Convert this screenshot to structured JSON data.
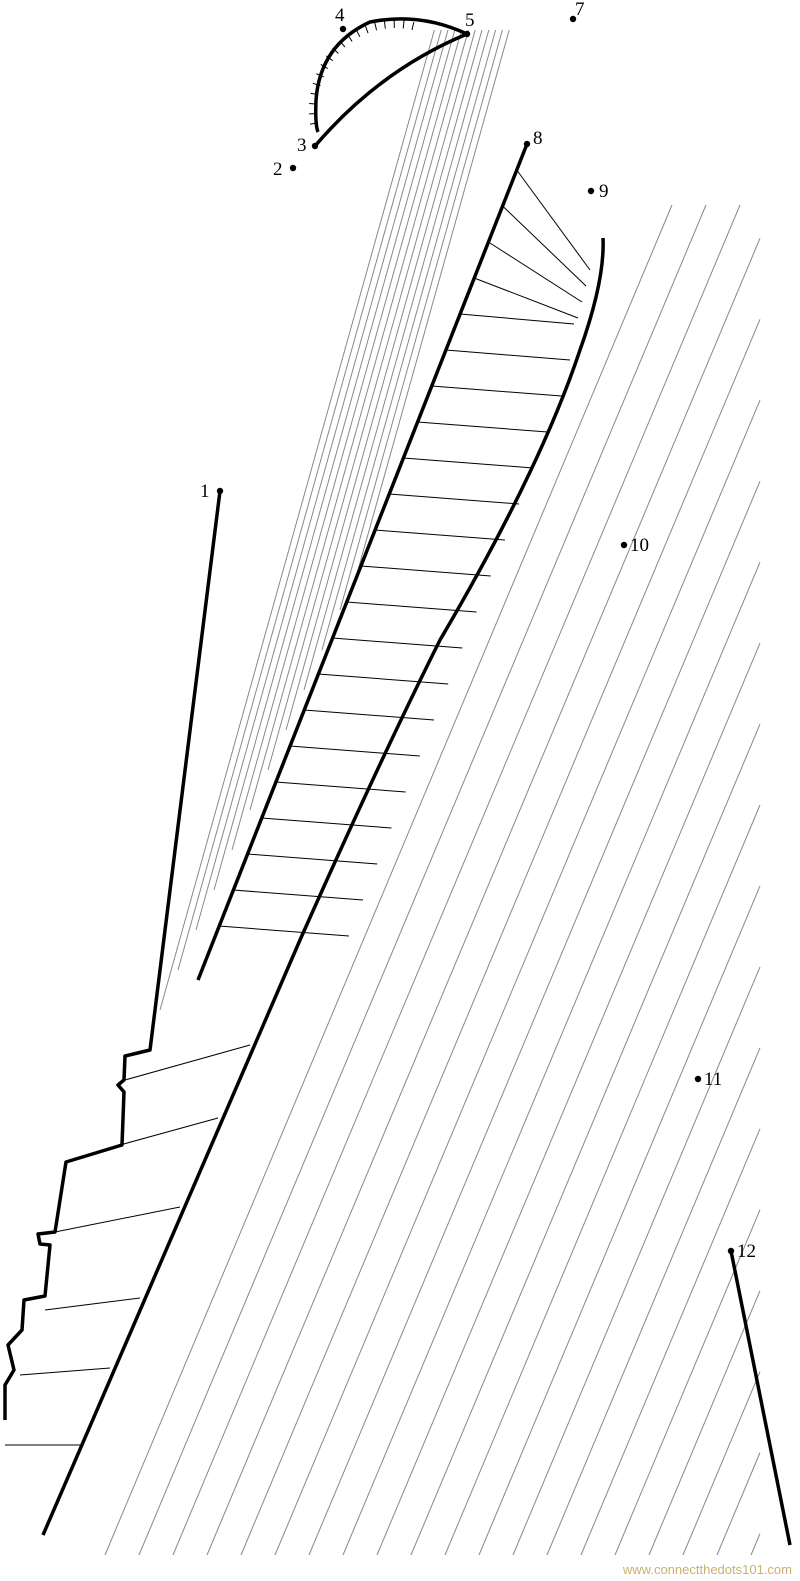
{
  "puzzle": {
    "dots": [
      {
        "label": "1"
      },
      {
        "label": "2"
      },
      {
        "label": "3"
      },
      {
        "label": "4"
      },
      {
        "label": "5"
      },
      {
        "label": "7"
      },
      {
        "label": "8"
      },
      {
        "label": "9"
      },
      {
        "label": "10"
      },
      {
        "label": "11"
      },
      {
        "label": "12"
      }
    ]
  },
  "watermark": "www.connectthedots101.com"
}
